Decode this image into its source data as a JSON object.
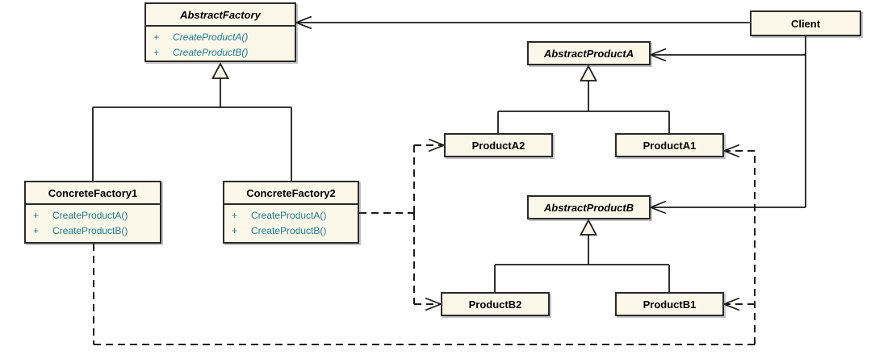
{
  "colors": {
    "box_fill": "#FCF8E9",
    "box_border": "#2a2a2a",
    "method_text": "#1A7A8F",
    "line": "#1a1a1a",
    "title_text": "#000000"
  },
  "classes": {
    "abstract_factory": {
      "name": "AbstractFactory",
      "abstract": true,
      "methods": [
        {
          "visibility": "+",
          "signature": "CreateProductA()"
        },
        {
          "visibility": "+",
          "signature": "CreateProductB()"
        }
      ]
    },
    "client": {
      "name": "Client"
    },
    "abstract_product_a": {
      "name": "AbstractProductA",
      "abstract": true
    },
    "product_a2": {
      "name": "ProductA2"
    },
    "product_a1": {
      "name": "ProductA1"
    },
    "concrete_factory1": {
      "name": "ConcreteFactory1",
      "methods": [
        {
          "visibility": "+",
          "signature": "CreateProductA()"
        },
        {
          "visibility": "+",
          "signature": "CreateProductB()"
        }
      ]
    },
    "concrete_factory2": {
      "name": "ConcreteFactory2",
      "methods": [
        {
          "visibility": "+",
          "signature": "CreateProductA()"
        },
        {
          "visibility": "+",
          "signature": "CreateProductB()"
        }
      ]
    },
    "abstract_product_b": {
      "name": "AbstractProductB",
      "abstract": true
    },
    "product_b2": {
      "name": "ProductB2"
    },
    "product_b1": {
      "name": "ProductB1"
    }
  },
  "relationships": [
    {
      "type": "generalization",
      "from": "ConcreteFactory1",
      "to": "AbstractFactory"
    },
    {
      "type": "generalization",
      "from": "ConcreteFactory2",
      "to": "AbstractFactory"
    },
    {
      "type": "generalization",
      "from": "ProductA2",
      "to": "AbstractProductA"
    },
    {
      "type": "generalization",
      "from": "ProductA1",
      "to": "AbstractProductA"
    },
    {
      "type": "generalization",
      "from": "ProductB2",
      "to": "AbstractProductB"
    },
    {
      "type": "generalization",
      "from": "ProductB1",
      "to": "AbstractProductB"
    },
    {
      "type": "association",
      "from": "Client",
      "to": "AbstractFactory"
    },
    {
      "type": "association",
      "from": "Client",
      "to": "AbstractProductA"
    },
    {
      "type": "association",
      "from": "Client",
      "to": "AbstractProductB"
    },
    {
      "type": "dependency",
      "from": "ConcreteFactory2",
      "to": "ProductA2"
    },
    {
      "type": "dependency",
      "from": "ConcreteFactory2",
      "to": "ProductB2"
    },
    {
      "type": "dependency",
      "from": "ConcreteFactory1",
      "to": "ProductA1"
    },
    {
      "type": "dependency",
      "from": "ConcreteFactory1",
      "to": "ProductB1"
    }
  ]
}
